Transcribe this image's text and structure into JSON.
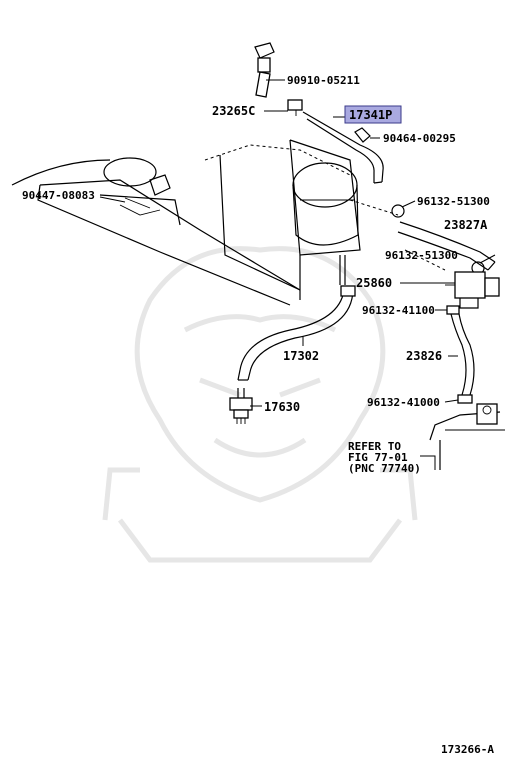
{
  "labels": {
    "p_90910_05211": "90910-05211",
    "p_23265C": "23265C",
    "p_17341P": "17341P",
    "p_90464_00295": "90464-00295",
    "p_90447_08083": "90447-08083",
    "p_96132_51300_a": "96132-51300",
    "p_23827A": "23827A",
    "p_96132_51300_b": "96132-51300",
    "p_25860": "25860",
    "p_96132_41100": "96132-41100",
    "p_17302": "17302",
    "p_23826": "23826",
    "p_17630": "17630",
    "p_96132_41000": "96132-41000"
  },
  "refer": {
    "line1": "REFER TO",
    "line2": "FIG 77-01",
    "line3": "(PNC 77740)"
  },
  "figure_id": "173266-A",
  "colors": {
    "highlight_fill": "#a9a9e0",
    "highlight_border": "#3a3a8a",
    "line": "#000000",
    "watermark": "#e6e6e6"
  }
}
